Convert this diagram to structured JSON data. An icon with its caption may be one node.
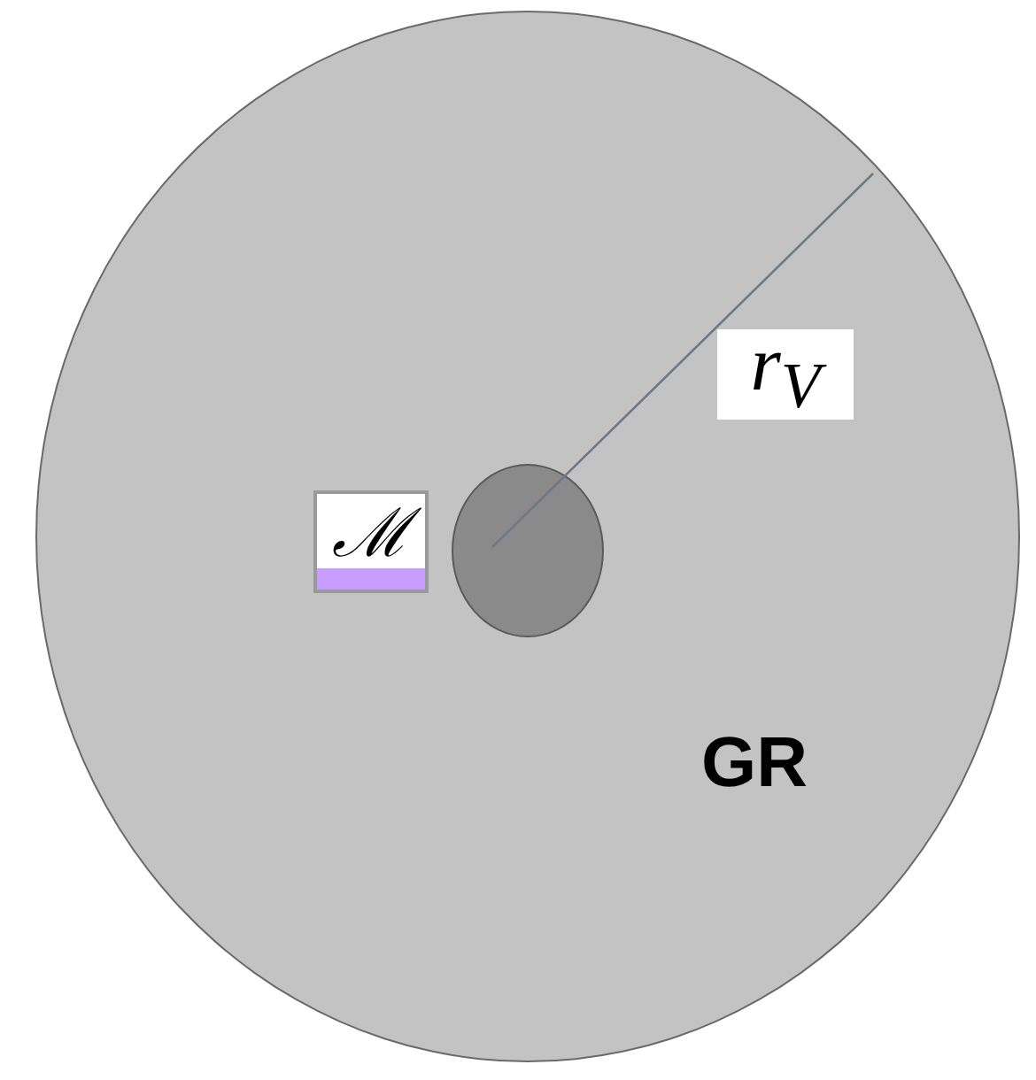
{
  "diagram": {
    "nodes": [
      {
        "text": [
          "GR"
        ]
      },
      {
        "text": [],
        "shape": "circle",
        "in": 0,
        "beside": [
          "ℳ"
        ]
      }
    ],
    "labels": [
      "r$_{V}$"
    ]
  }
}
